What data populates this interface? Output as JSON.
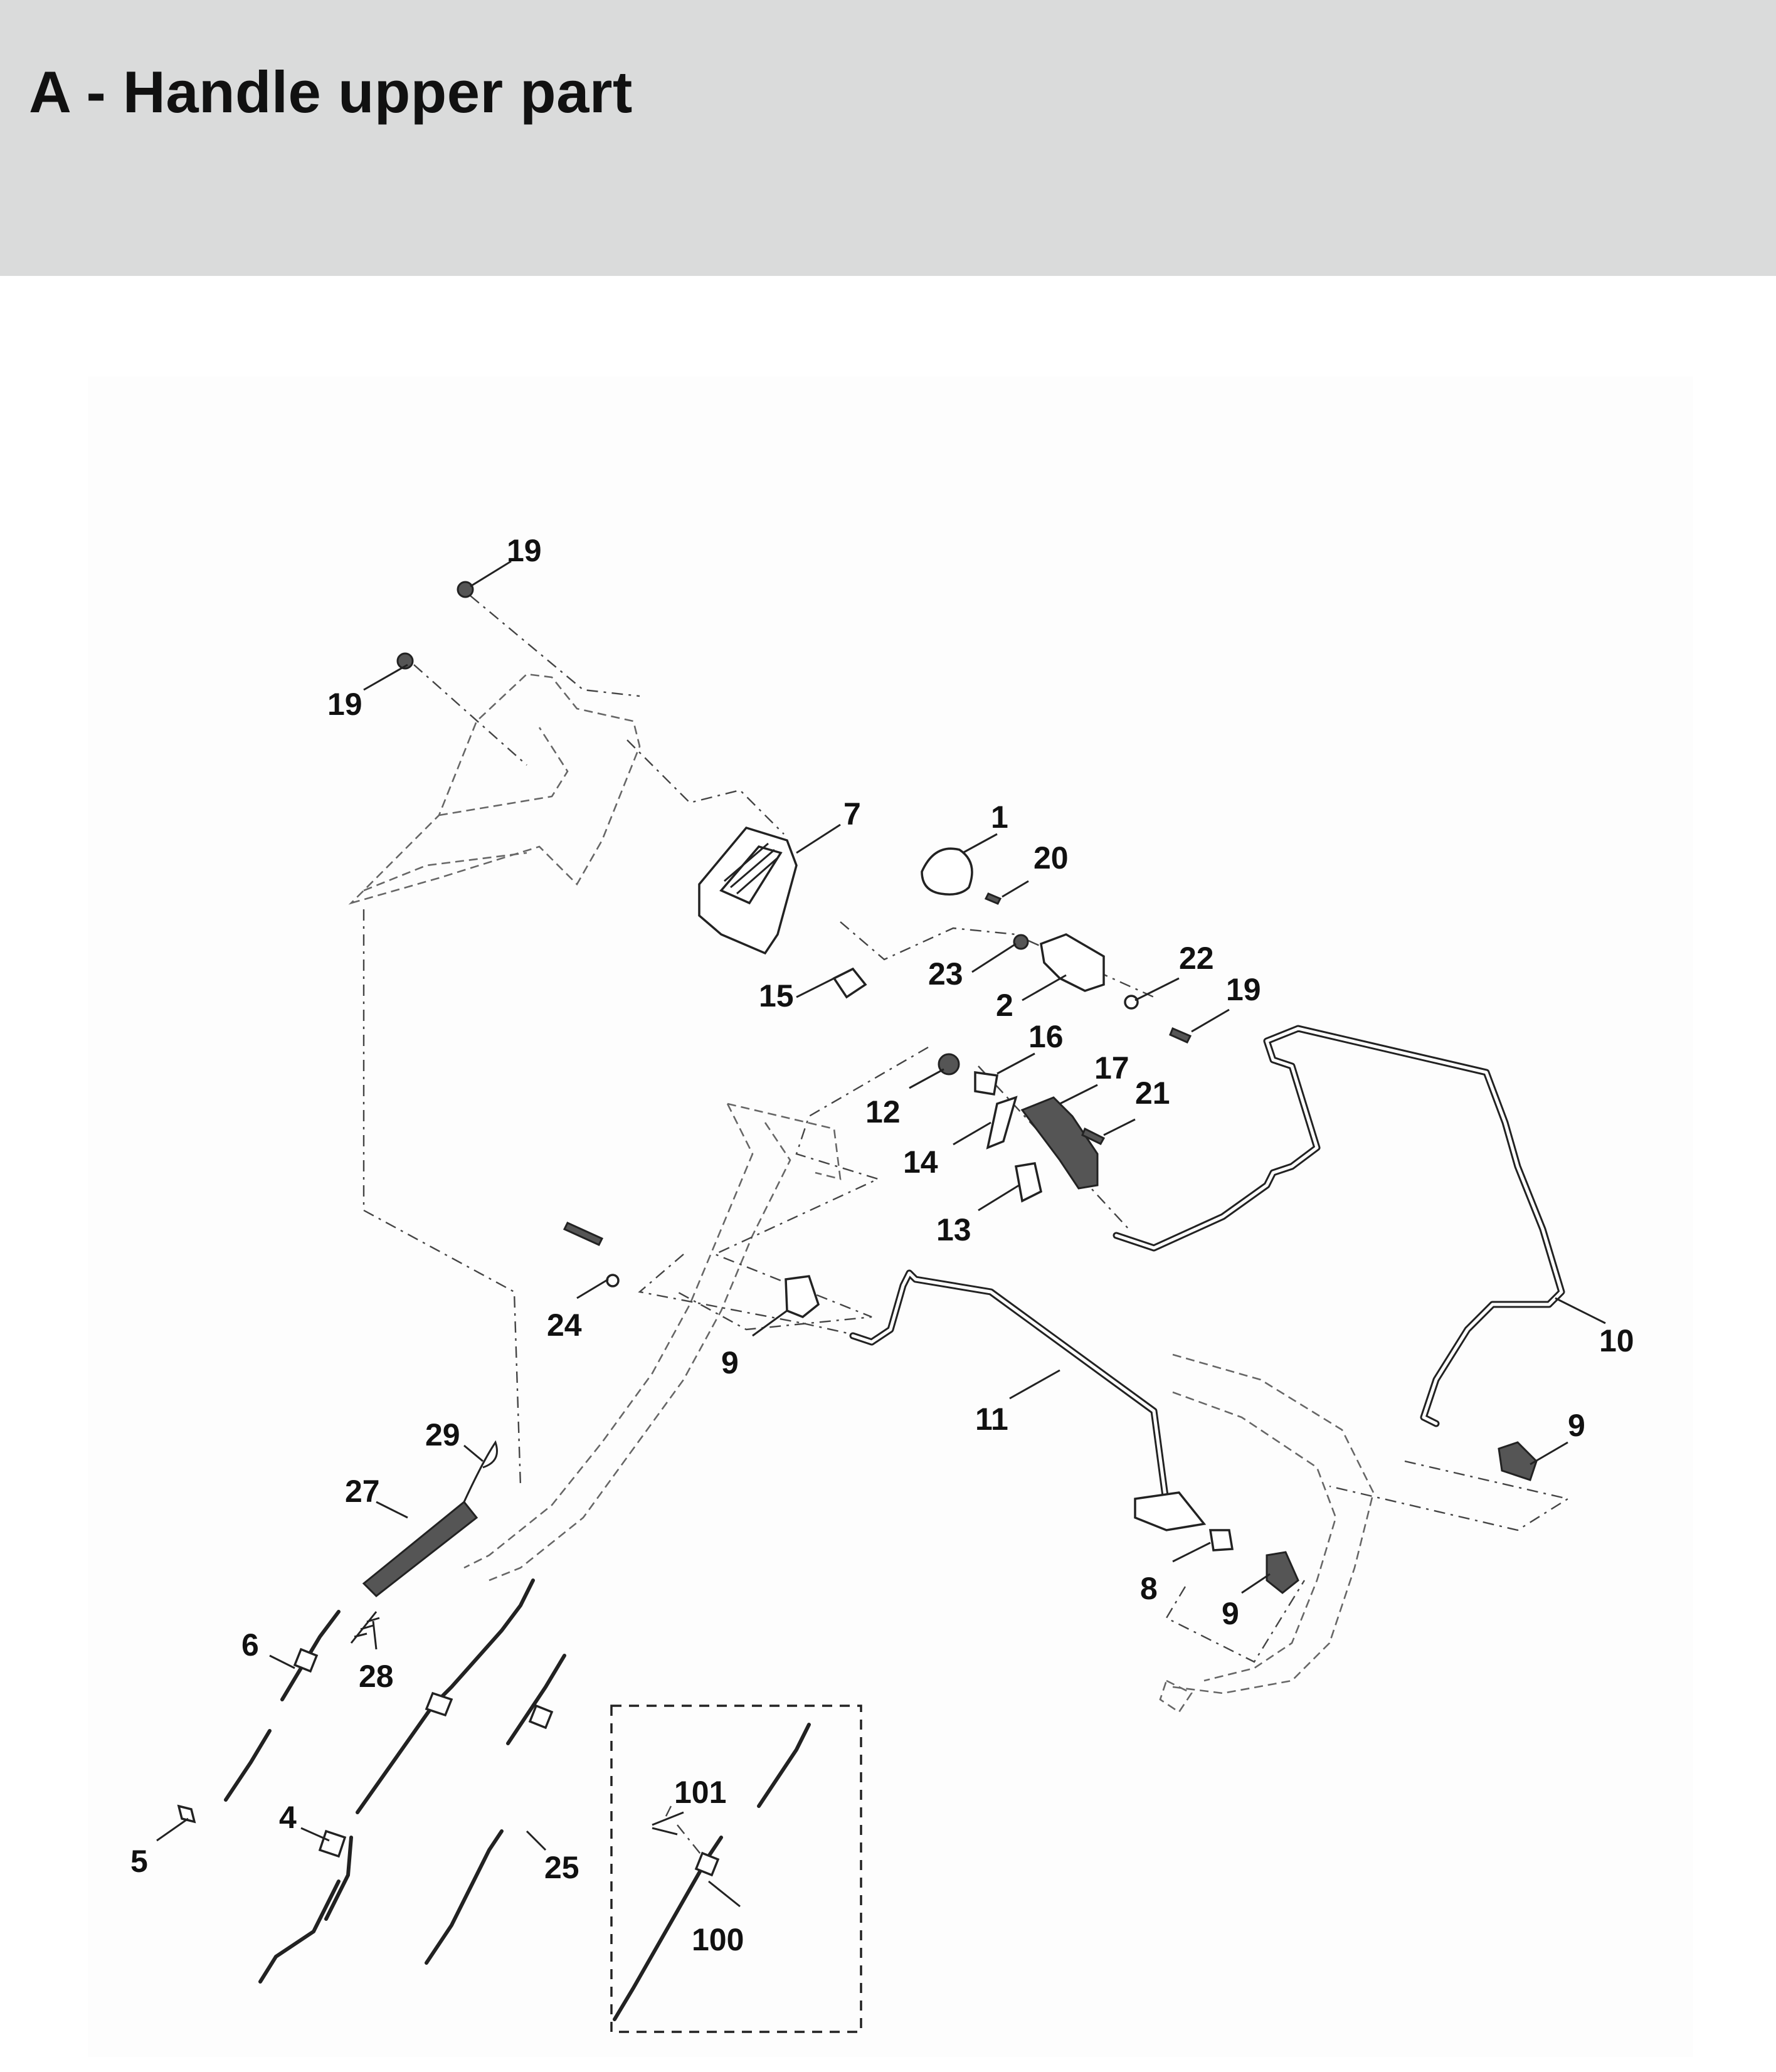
{
  "header": {
    "title": "A - Handle upper part"
  },
  "callouts": [
    {
      "id": "c19a",
      "label": "19"
    },
    {
      "id": "c19b",
      "label": "19"
    },
    {
      "id": "c7",
      "label": "7"
    },
    {
      "id": "c1",
      "label": "1"
    },
    {
      "id": "c20",
      "label": "20"
    },
    {
      "id": "c15",
      "label": "15"
    },
    {
      "id": "c23",
      "label": "23"
    },
    {
      "id": "c22",
      "label": "22"
    },
    {
      "id": "c2",
      "label": "2"
    },
    {
      "id": "c19c",
      "label": "19"
    },
    {
      "id": "c16",
      "label": "16"
    },
    {
      "id": "c17",
      "label": "17"
    },
    {
      "id": "c21",
      "label": "21"
    },
    {
      "id": "c12",
      "label": "12"
    },
    {
      "id": "c14",
      "label": "14"
    },
    {
      "id": "c13",
      "label": "13"
    },
    {
      "id": "c24",
      "label": "24"
    },
    {
      "id": "c9a",
      "label": "9"
    },
    {
      "id": "c10",
      "label": "10"
    },
    {
      "id": "c11",
      "label": "11"
    },
    {
      "id": "c9b",
      "label": "9"
    },
    {
      "id": "c29",
      "label": "29"
    },
    {
      "id": "c27",
      "label": "27"
    },
    {
      "id": "c8",
      "label": "8"
    },
    {
      "id": "c9c",
      "label": "9"
    },
    {
      "id": "c6",
      "label": "6"
    },
    {
      "id": "c28",
      "label": "28"
    },
    {
      "id": "c101",
      "label": "101"
    },
    {
      "id": "c4",
      "label": "4"
    },
    {
      "id": "c5",
      "label": "5"
    },
    {
      "id": "c25",
      "label": "25"
    },
    {
      "id": "c100",
      "label": "100"
    }
  ]
}
